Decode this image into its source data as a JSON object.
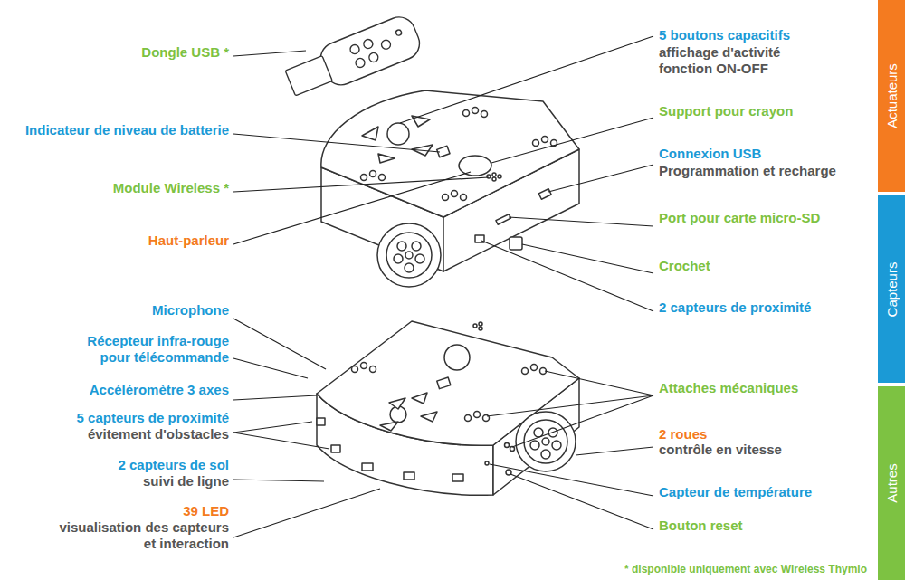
{
  "diagram": {
    "nodes": [
      {
        "text": [
          "Actuateurs"
        ]
      },
      {
        "text": [
          "Capteurs"
        ]
      },
      {
        "text": [
          "Autres"
        ]
      }
    ],
    "labels": [
      "Dongle USB *",
      "Indicateur de niveau de batterie",
      "Module Wireless *",
      "Haut-parleur",
      "Microphone",
      "Récepteur infra-rouge pour télécommande",
      "Accéléromètre 3 axes",
      "5 capteurs de proximité",
      "évitement d'obstacles",
      "2 capteurs de sol",
      "suivi de ligne",
      "39 LED",
      "visualisation des capteurs et interaction",
      "5 boutons capacitifs",
      "affichage d'activité fonction ON-OFF",
      "Support pour crayon",
      "Connexion USB",
      "Programmation et recharge",
      "Port pour carte micro-SD",
      "Crochet",
      "2 capteurs de proximité",
      "Attaches mécaniques",
      "2 roues",
      "contrôle en vitesse",
      "Capteur de température",
      "Bouton reset",
      "* disponible uniquement avec Wireless Thymio"
    ]
  }
}
